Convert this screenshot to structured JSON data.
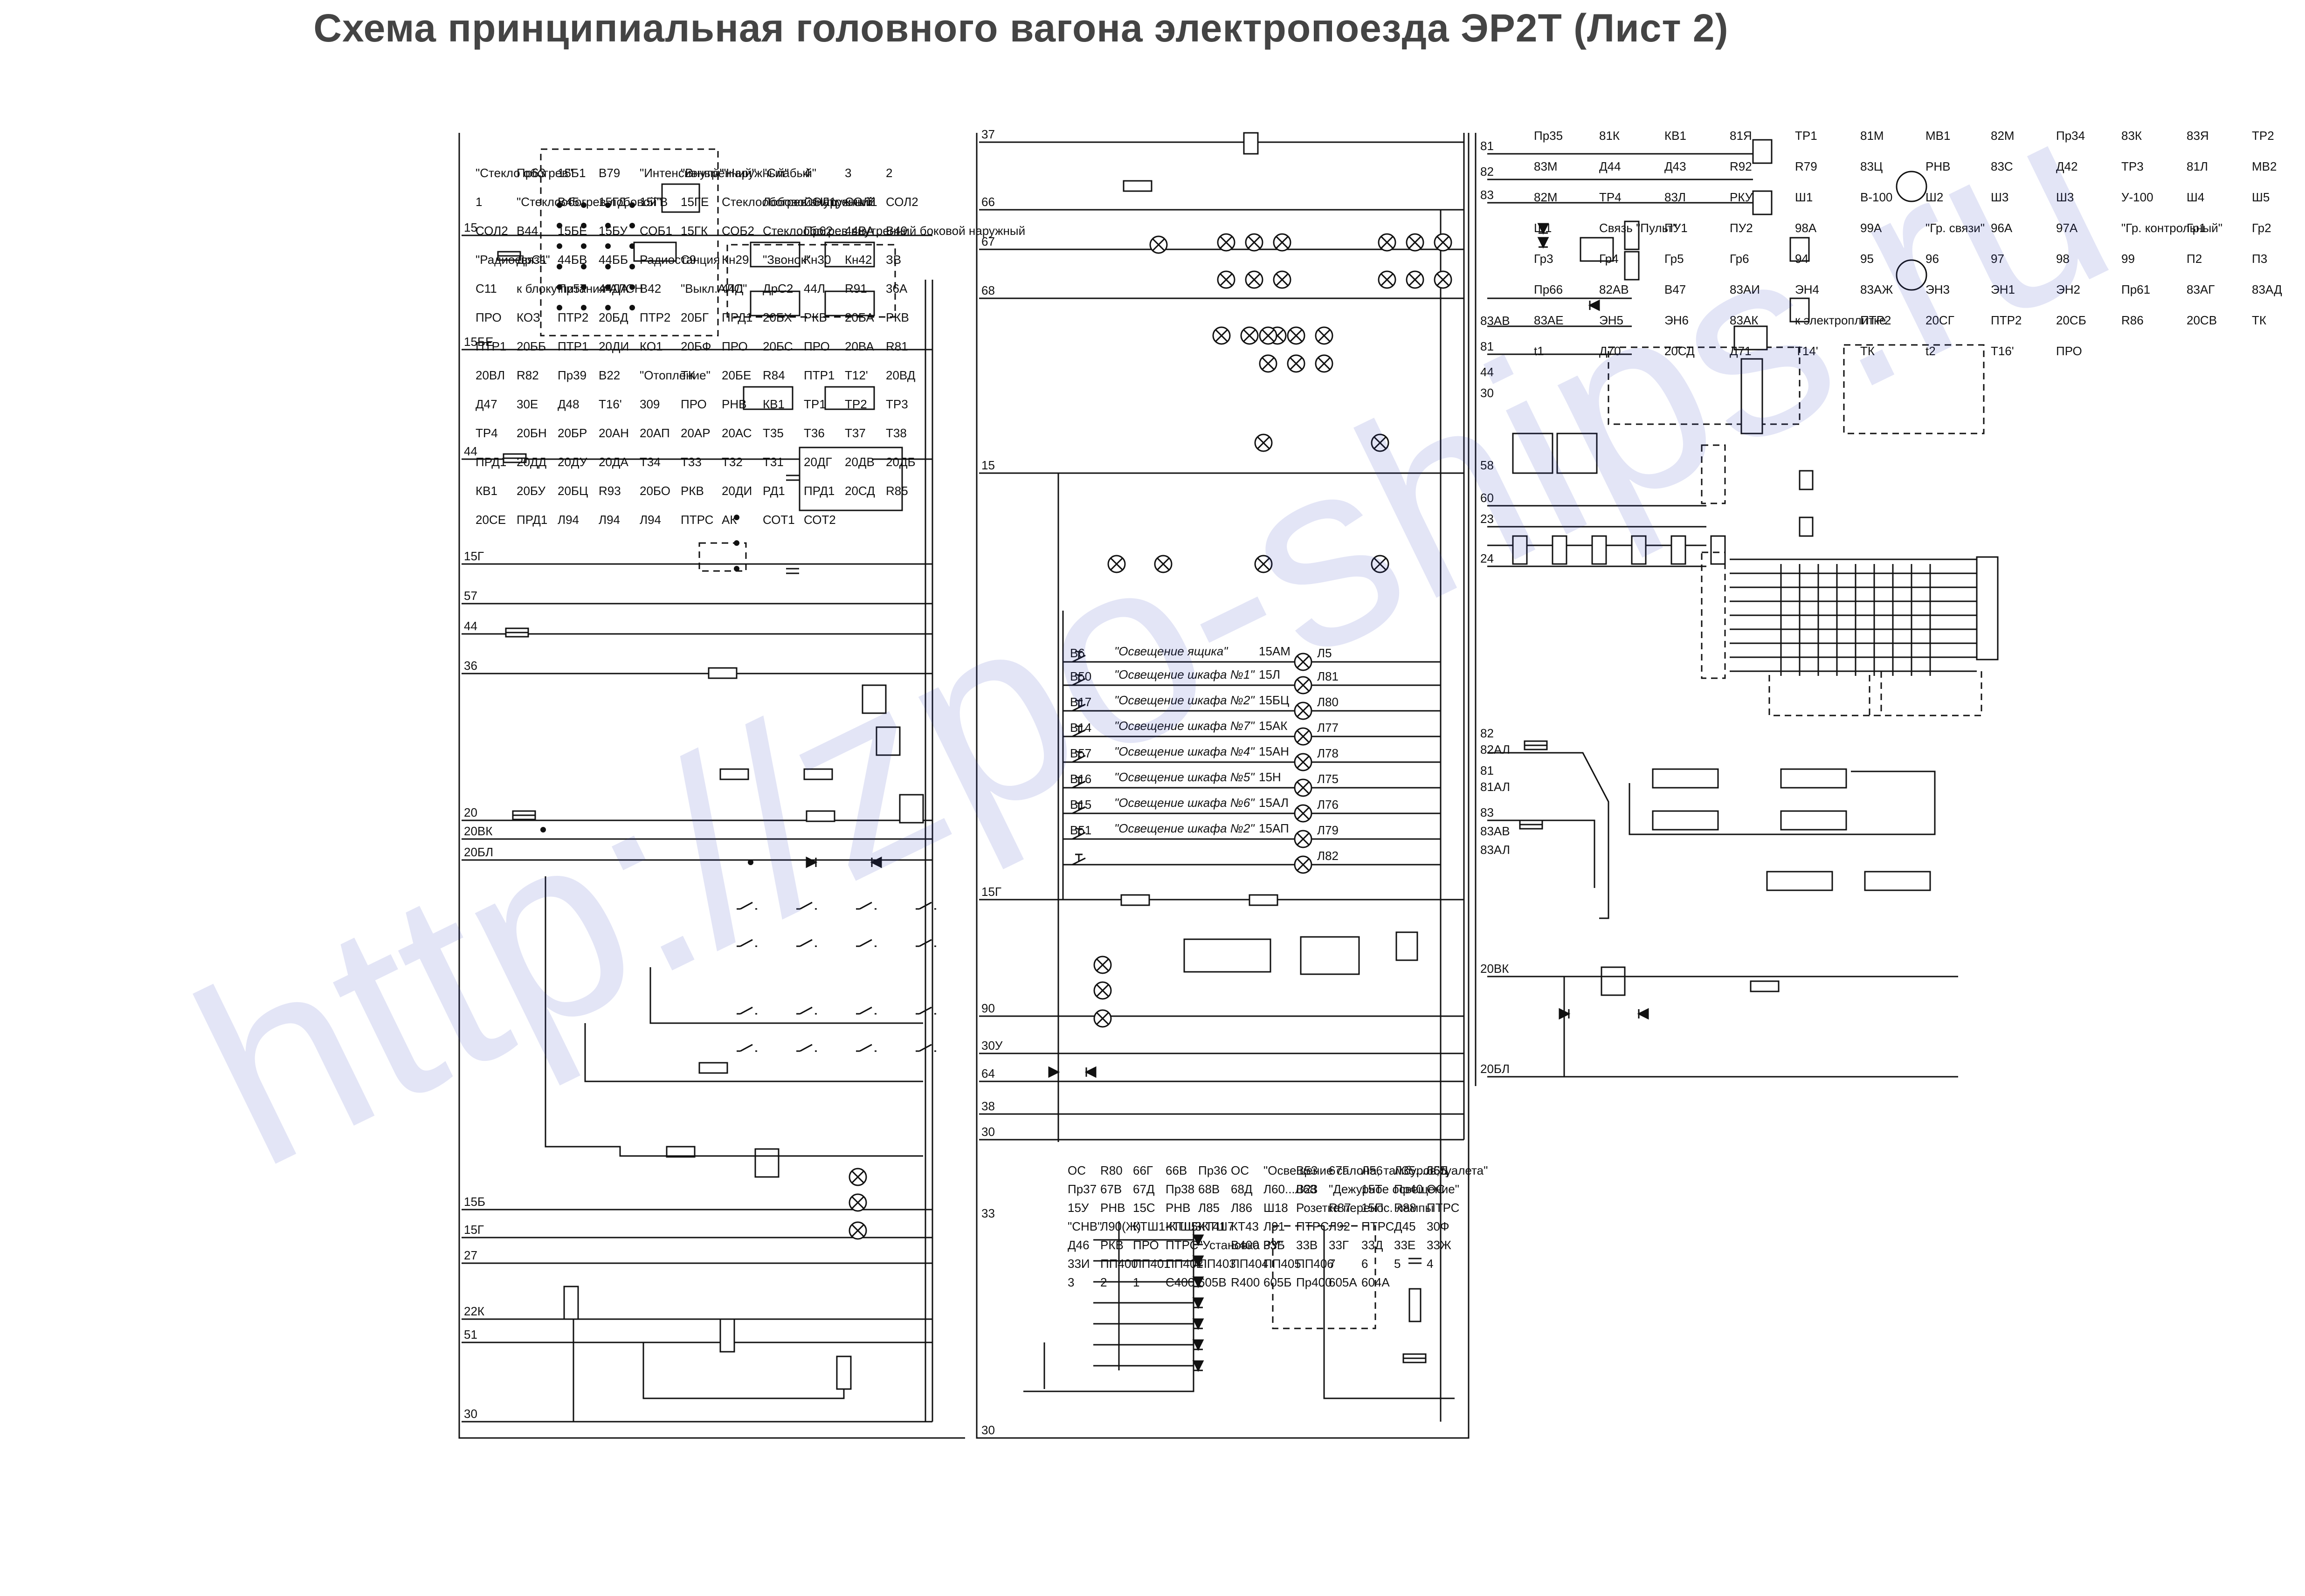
{
  "title": "Схема принципиальная головного вагона электропоезда ЭР2Т  (Лист 2)",
  "watermark": "http://zpo-ships.ru",
  "colors": {
    "wire": "#111111",
    "watermark": "#2f3dbd",
    "title": "#444444"
  },
  "left": {
    "wires": [
      "15",
      "15БЕ",
      "44",
      "15Г",
      "57",
      "44",
      "36",
      "20",
      "20ВК",
      "20БЛ",
      "15Б",
      "15Г",
      "27",
      "22К",
      "51",
      "30"
    ],
    "labels": [
      "\"Стекло обогрев\"",
      "Пр63",
      "15Б1",
      "В79",
      "\"Интенсивный\"",
      "\"Внутренний\"",
      "\"Наружный\"",
      "\"Слабый\"",
      "4",
      "3",
      "2",
      "1",
      "\"Стеклообогрев лобовой\"",
      "В45",
      "15ГД",
      "15ГВ",
      "15ГЕ",
      "Стеклообогрев внутренний",
      "Лобовой Наружный",
      "СОЛ1",
      "СОЛ1",
      "СОЛ2",
      "СОЛ2",
      "В44",
      "15БЕ",
      "15БУ",
      "СОБ1",
      "15ГК",
      "СОБ2",
      "Стеклообогрев внутренний боковой наружный",
      "Пр62",
      "44ВА",
      "В49",
      "\"Радиосвязь\"",
      "ДрС1",
      "44БВ",
      "44ББ",
      "Радиостанция",
      "С9",
      "Кн29",
      "\"Звонок\"",
      "Кн30",
      "Кн42",
      "ЗВ",
      "С11",
      "к блоку питания АЛСН",
      "Пр57",
      "44ДА",
      "В42",
      "\"Выкл.АЛС\"",
      "44Д",
      "ДрС2",
      "44Л",
      "R91",
      "36А",
      "ПРО",
      "КОЗ",
      "ПТР2",
      "20БД",
      "ПТР2",
      "20БГ",
      "ПРД1",
      "20БХ",
      "РКВ",
      "20БА",
      "РКВ",
      "ПТР1",
      "20ББ",
      "ПТР1",
      "20ДИ",
      "КО1",
      "20БФ",
      "ПРО",
      "20БС",
      "ПРО",
      "20ВА",
      "R81",
      "20ВЛ",
      "R82",
      "Пр39",
      "В22",
      "\"Отопление\"",
      "ТК",
      "20БЕ",
      "R84",
      "ПТР1",
      "Т12'",
      "20ВД",
      "Д47",
      "30Е",
      "Д48",
      "Т16'",
      "309",
      "ПРО",
      "РНВ",
      "КВ1",
      "ТР1",
      "ТР2",
      "ТР3",
      "ТР4",
      "20БН",
      "20БР",
      "20АН",
      "20АП",
      "20АР",
      "20АС",
      "Т35",
      "Т36",
      "Т37",
      "Т38",
      "ПРД1",
      "20ДД",
      "20ДУ",
      "20ДА",
      "Т34",
      "Т33",
      "Т32",
      "Т31",
      "20ДГ",
      "20ДВ",
      "20ДБ",
      "КВ1",
      "20БУ",
      "20БЦ",
      "R93",
      "20БО",
      "РКВ",
      "20ДИ",
      "РД1",
      "ПРД1",
      "20СД",
      "R85",
      "20СЕ",
      "ПРД1",
      "Л94",
      "Л94",
      "Л94",
      "ПТРС",
      "АК",
      "СОТ1",
      "СОТ2"
    ]
  },
  "middle": {
    "wires": [
      "37",
      "66",
      "67",
      "68",
      "15",
      "15Г",
      "90",
      "30У",
      "64",
      "38",
      "30",
      "30",
      "33"
    ],
    "lamps": [
      {
        "switch": "В6",
        "caption": "\"Освещение ящика\"",
        "wire": "15АМ",
        "lamp": "Л5"
      },
      {
        "switch": "В50",
        "caption": "\"Освещение шкафа №1\"",
        "wire": "15Л",
        "lamp": "Л81"
      },
      {
        "switch": "В17",
        "caption": "\"Освещение шкафа №2\"",
        "wire": "15БЦ",
        "lamp": "Л80"
      },
      {
        "switch": "В14",
        "caption": "\"Освещение шкафа №7\"",
        "wire": "15АК",
        "lamp": "Л77"
      },
      {
        "switch": "В57",
        "caption": "\"Освещение шкафа №4\"",
        "wire": "15АН",
        "lamp": "Л78"
      },
      {
        "switch": "В16",
        "caption": "\"Освещение шкафа №5\"",
        "wire": "15Н",
        "lamp": "Л75"
      },
      {
        "switch": "В15",
        "caption": "\"Освещение шкафа №6\"",
        "wire": "15АЛ",
        "lamp": "Л76"
      },
      {
        "switch": "В51",
        "caption": "\"Освещение шкафа №2\"",
        "wire": "15АП",
        "lamp": "Л79"
      },
      {
        "switch": "",
        "caption": "",
        "wire": "",
        "lamp": "Л82"
      }
    ],
    "labels": [
      "ОС",
      "R80",
      "66Г",
      "66В",
      "Пр36",
      "ОС",
      "\"Освещение салона, тамбуров,туалета\"",
      "В53",
      "67Г",
      "Л56",
      "Л35...Л55",
      "66Д",
      "Пр37",
      "67В",
      "67Д",
      "Пр38",
      "68В",
      "68Д",
      "Л60...Л68",
      "В23",
      "\"Дежурное освещение\"",
      "15Т",
      "Пр40",
      "ОС",
      "15У",
      "РНВ",
      "15С",
      "РНВ",
      "Л85",
      "Л86",
      "Ш18",
      "Розетка перенос. лампы",
      "R87",
      "15П",
      "R88",
      "ПТРС",
      "\"СНВ\"",
      "Л90(Ж)",
      "КТШ1-КТШ3",
      "КТШ5-КТШ7",
      "КТ41",
      "КТ43",
      "Л91",
      "ПТРС",
      "Л92",
      "ПТРС",
      "Д45",
      "30Ф",
      "Д46",
      "РКВ",
      "ПРО",
      "ПТРС",
      "\"Установка РУ\"",
      "В400",
      "33Б",
      "33В",
      "33Г",
      "33Д",
      "33Е",
      "33Ж",
      "33И",
      "ПП400",
      "ПП401",
      "ПП402",
      "ПП403",
      "ПП404",
      "ПП405",
      "ПП406",
      "7",
      "6",
      "5",
      "4",
      "3",
      "2",
      "1",
      "С400",
      "605В",
      "R400",
      "605Б",
      "Пр400",
      "605А",
      "604А"
    ]
  },
  "right": {
    "wires": [
      "81",
      "82",
      "83",
      "83АВ",
      "81",
      "44",
      "30",
      "58",
      "60",
      "23",
      "24",
      "82",
      "82АЛ",
      "81",
      "81АЛ",
      "83",
      "83АВ",
      "83АЛ",
      "20ВК",
      "20БЛ"
    ],
    "labels": [
      "Пр35",
      "81К",
      "КВ1",
      "81Я",
      "ТР1",
      "81М",
      "МВ1",
      "82М",
      "Пр34",
      "83К",
      "83Я",
      "ТР2",
      "83М",
      "Д44",
      "Д43",
      "R92",
      "R79",
      "83Ц",
      "РНВ",
      "83С",
      "Д42",
      "ТР3",
      "81Л",
      "МВ2",
      "82М",
      "ТР4",
      "83Л",
      "РКУ",
      "Ш1",
      "В-100",
      "Ш2",
      "Ш3",
      "Ш3",
      "У-100",
      "Ш4",
      "Ш5",
      "Ш1",
      "Связь \"Пульт\"",
      "ПУ1",
      "ПУ2",
      "98А",
      "99А",
      "\"Гр. связи\"",
      "96А",
      "97А",
      "\"Гр. контрольный\"",
      "Гр1",
      "Гр2",
      "Гр3",
      "Гр4",
      "Гр5",
      "Гр6",
      "94",
      "95",
      "96",
      "97",
      "98",
      "99",
      "П2",
      "П3",
      "Пр66",
      "82АВ",
      "В47",
      "83АИ",
      "ЭН4",
      "83АЖ",
      "ЭН3",
      "ЭН1",
      "ЭН2",
      "Пр61",
      "83АГ",
      "83АД",
      "83АЕ",
      "ЭН5",
      "ЭН6",
      "83АК",
      "к электроплитке",
      "ПТР2",
      "20СГ",
      "ПТР2",
      "20СБ",
      "R86",
      "20СВ",
      "ТК",
      "t1",
      "Д70",
      "20СД",
      "Д71",
      "Т14'",
      "ТК",
      "t2",
      "Т16'",
      "ПРО"
    ]
  }
}
